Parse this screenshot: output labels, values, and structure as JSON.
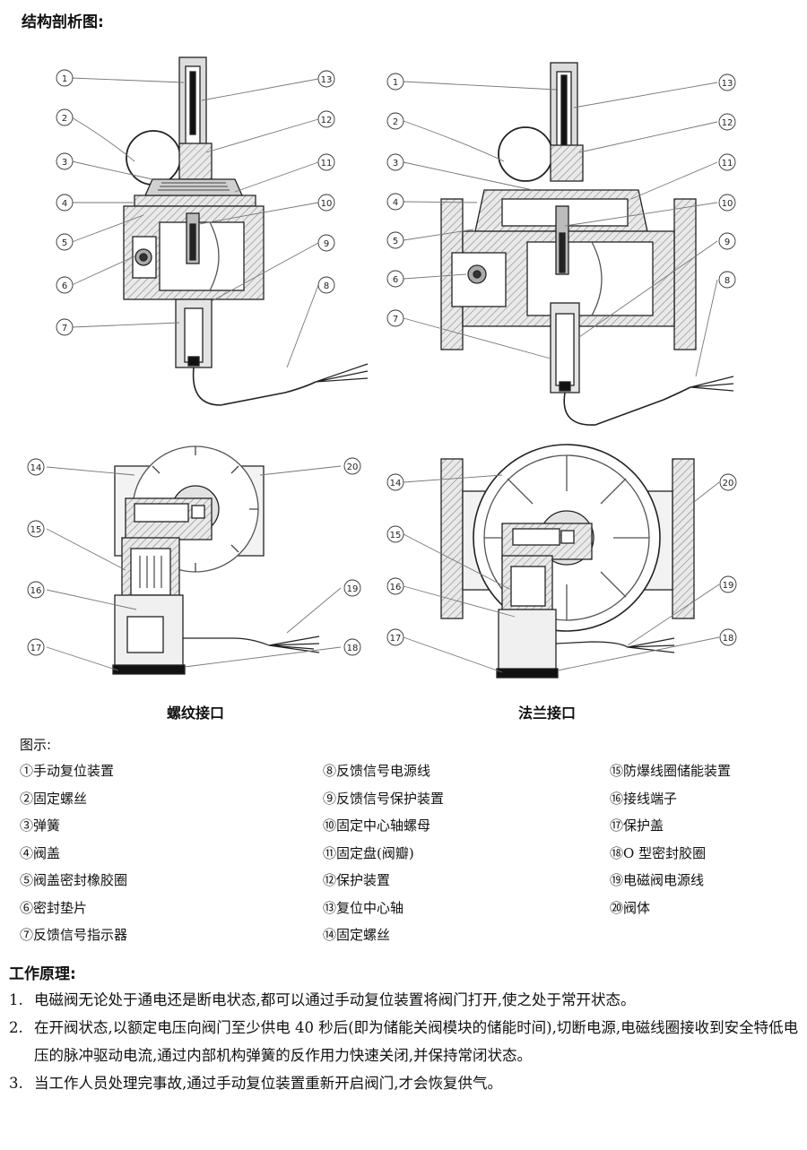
{
  "section_title": "结构剖析图:",
  "captions": {
    "threaded": "螺纹接口",
    "flange": "法兰接口"
  },
  "legend_title": "图示:",
  "legend_columns": [
    [
      {
        "mark": "①",
        "text": "手动复位装置"
      },
      {
        "mark": "②",
        "text": "固定螺丝"
      },
      {
        "mark": "③",
        "text": "弹簧"
      },
      {
        "mark": "④",
        "text": "阀盖"
      },
      {
        "mark": "⑤",
        "text": "阀盖密封橡胶圈"
      },
      {
        "mark": "⑥",
        "text": "密封垫片"
      },
      {
        "mark": "⑦",
        "text": "反馈信号指示器"
      }
    ],
    [
      {
        "mark": "⑧",
        "text": "反馈信号电源线"
      },
      {
        "mark": "⑨",
        "text": "反馈信号保护装置"
      },
      {
        "mark": "⑩",
        "text": "固定中心轴螺母"
      },
      {
        "mark": "⑪",
        "text": "固定盘(阀瓣)"
      },
      {
        "mark": "⑫",
        "text": "保护装置"
      },
      {
        "mark": "⑬",
        "text": "复位中心轴"
      },
      {
        "mark": "⑭",
        "text": "固定螺丝"
      }
    ],
    [
      {
        "mark": "⑮",
        "text": "防爆线圈储能装置"
      },
      {
        "mark": "⑯",
        "text": "接线端子"
      },
      {
        "mark": "⑰",
        "text": "保护盖"
      },
      {
        "mark": "⑱",
        "text": "O 型密封胶圈"
      },
      {
        "mark": "⑲",
        "text": "电磁阀电源线"
      },
      {
        "mark": "⑳",
        "text": "阀体"
      }
    ]
  ],
  "principle_title": "工作原理:",
  "principles": [
    {
      "num": "1.",
      "text": "电磁阀无论处于通电还是断电状态,都可以通过手动复位装置将阀门打开,使之处于常开状态。"
    },
    {
      "num": "2.",
      "text": "在开阀状态,以额定电压向阀门至少供电 40 秒后(即为储能关阀模块的储能时间),切断电源,电磁线圈接收到安全特低电压的脉冲驱动电流,通过内部机构弹簧的反作用力快速关闭,并保持常闭状态。"
    },
    {
      "num": "3.",
      "text": "当工作人员处理完事故,通过手动复位装置重新开启阀门,才会恢复供气。"
    }
  ],
  "callout_numbers": {
    "left_1": "1",
    "left_2": "2",
    "left_3": "3",
    "left_4": "4",
    "left_5": "5",
    "left_6": "6",
    "left_7": "7",
    "right_13": "13",
    "right_12": "12",
    "right_11": "11",
    "right_10": "10",
    "right_9": "9",
    "right_8": "8",
    "b_14": "14",
    "b_15": "15",
    "b_16": "16",
    "b_17": "17",
    "b_20": "20",
    "b_19": "19",
    "b_18": "18"
  }
}
